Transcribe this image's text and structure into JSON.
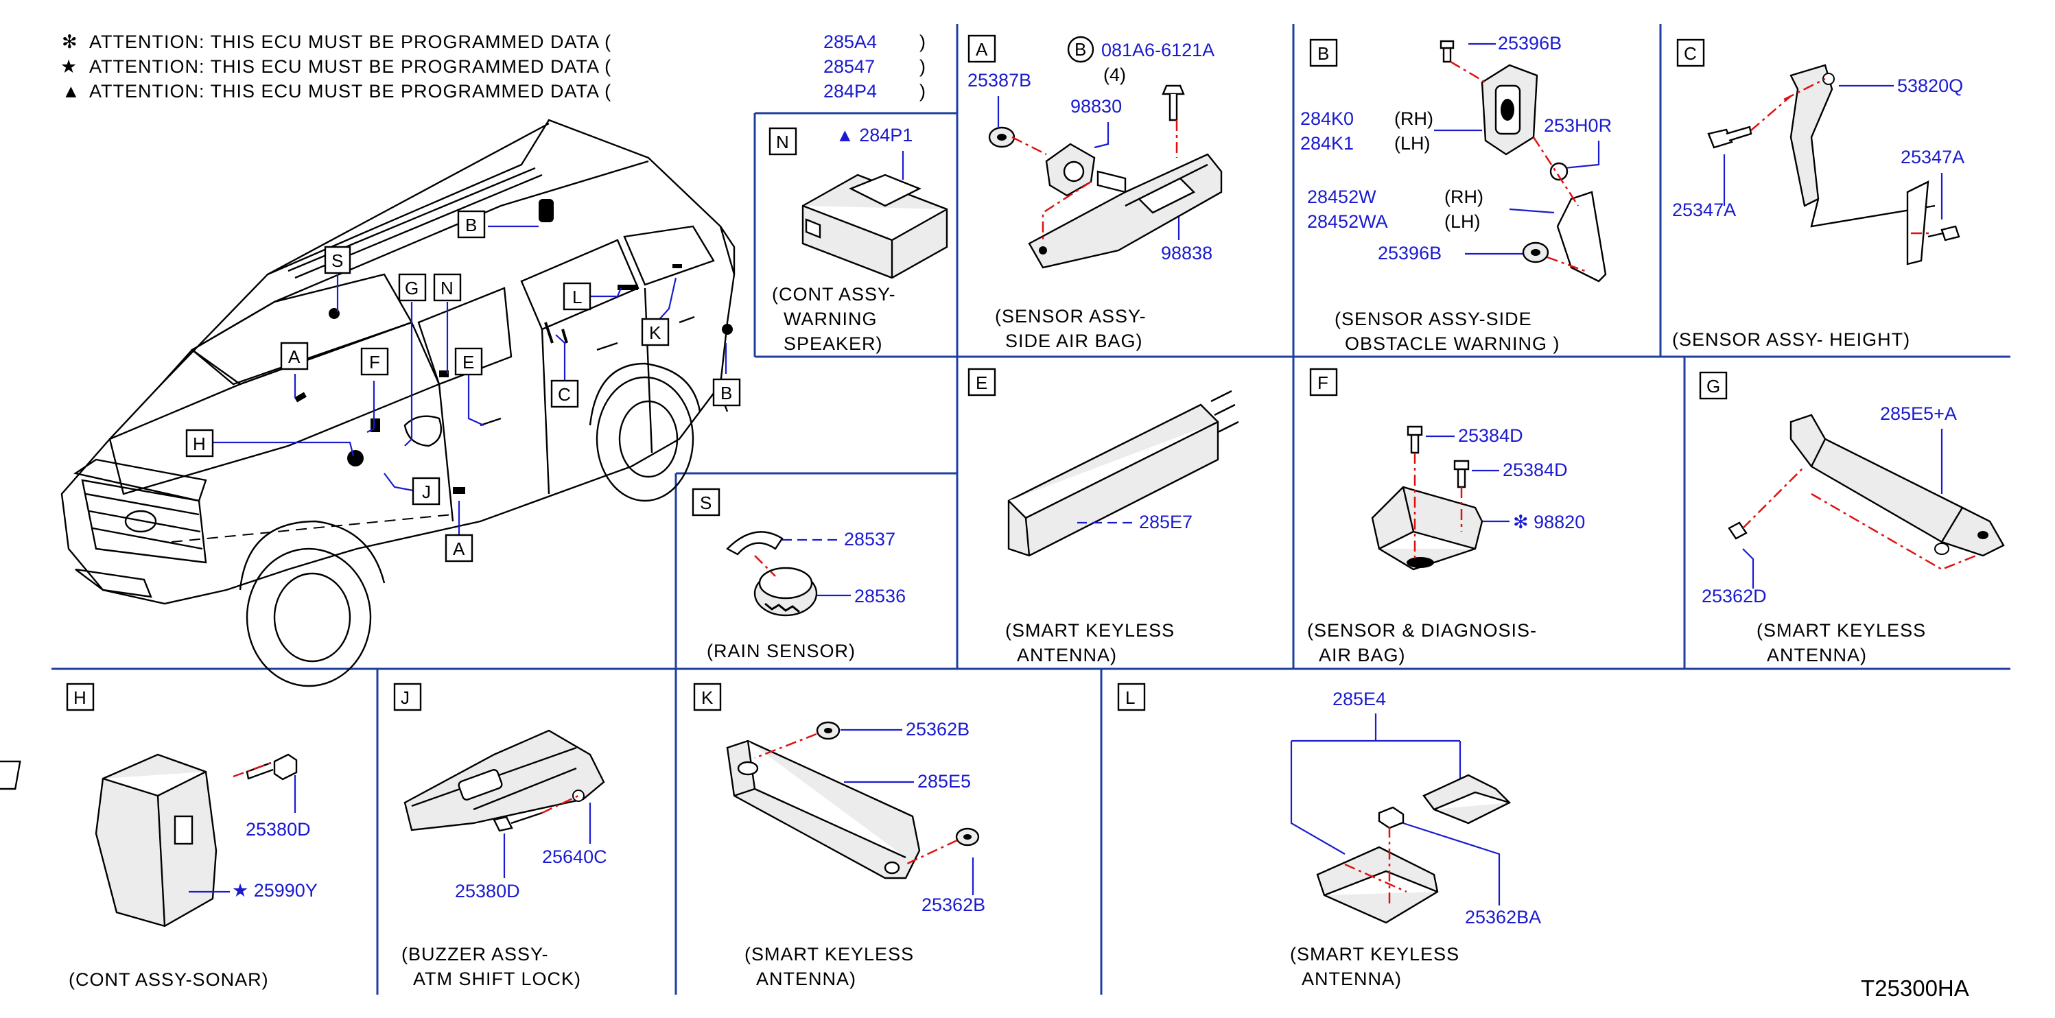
{
  "attention": [
    {
      "symbol": "✻",
      "text": "ATTENTION:  THIS  ECU  MUST  BE  PROGRAMMED  DATA  (",
      "part": "285A4",
      "close": ")"
    },
    {
      "symbol": "★",
      "text": "ATTENTION:  THIS  ECU  MUST  BE  PROGRAMMED  DATA  (",
      "part": "28547",
      "close": ")"
    },
    {
      "symbol": "▲",
      "text": "ATTENTION:  THIS  ECU  MUST  BE  PROGRAMMED  DATA  (",
      "part": "284P4",
      "close": ")"
    }
  ],
  "diagram_code": "T25300HA",
  "car_callouts": {
    "S": "S",
    "B": "B",
    "A": "A",
    "F": "F",
    "G": "G",
    "N": "N",
    "E": "E",
    "L": "L",
    "K": "K",
    "C": "C",
    "H": "H",
    "J": "J"
  },
  "panels": {
    "N": {
      "letter": "N",
      "pn": "▲ 284P1",
      "caption": [
        "(CONT  ASSY-",
        "WARNING",
        "SPEAKER)"
      ]
    },
    "A": {
      "letter": "A",
      "circle": "B",
      "bolt": "081A6-6121A",
      "qty": "(4)",
      "pn1": "25387B",
      "pn2": "98830",
      "pn3": "98838",
      "caption": [
        "(SENSOR  ASSY-",
        "SIDE  AIR  BAG)"
      ]
    },
    "B": {
      "letter": "B",
      "pn_top": "25396B",
      "rh1": "284K0",
      "rh1_side": "(RH)",
      "lh1": "284K1",
      "lh1_side": "(LH)",
      "nut": "253H0R",
      "rh2": "28452W",
      "rh2_side": "(RH)",
      "lh2": "28452WA",
      "lh2_side": "(LH)",
      "pn_bot": "25396B",
      "caption": [
        "(SENSOR  ASSY-SIDE",
        "OBSTACLE  WARNING  )"
      ]
    },
    "C": {
      "letter": "C",
      "pn1": "53820Q",
      "pn2": "25347A",
      "pn3": "25347A",
      "caption": [
        "(SENSOR  ASSY-  HEIGHT)"
      ]
    },
    "S": {
      "letter": "S",
      "pn1": "28537",
      "pn2": "28536",
      "caption": [
        "(RAIN  SENSOR)"
      ]
    },
    "E": {
      "letter": "E",
      "pn": "285E7",
      "caption": [
        "(SMART  KEYLESS",
        "ANTENNA)"
      ]
    },
    "F": {
      "letter": "F",
      "pn1": "25384D",
      "pn2": "25384D",
      "pn3": "✻ 98820",
      "caption": [
        "(SENSOR  &  DIAGNOSIS-",
        "AIR  BAG)"
      ]
    },
    "G": {
      "letter": "G",
      "pn1": "285E5+A",
      "pn2": "25362D",
      "caption": [
        "(SMART  KEYLESS",
        "ANTENNA)"
      ]
    },
    "H": {
      "letter": "H",
      "pn1": "25380D",
      "pn2": "★ 25990Y",
      "caption": [
        "(CONT  ASSY-SONAR)"
      ]
    },
    "J": {
      "letter": "J",
      "pn1": "25640C",
      "pn2": "25380D",
      "caption": [
        "(BUZZER  ASSY-",
        "ATM  SHIFT  LOCK)"
      ]
    },
    "K": {
      "letter": "K",
      "pn1": "25362B",
      "pn2": "285E5",
      "pn3": "25362B",
      "caption": [
        "(SMART  KEYLESS",
        "ANTENNA)"
      ]
    },
    "L": {
      "letter": "L",
      "pn1": "285E4",
      "pn2": "25362BA",
      "caption": [
        "(SMART  KEYLESS",
        "ANTENNA)"
      ]
    }
  }
}
